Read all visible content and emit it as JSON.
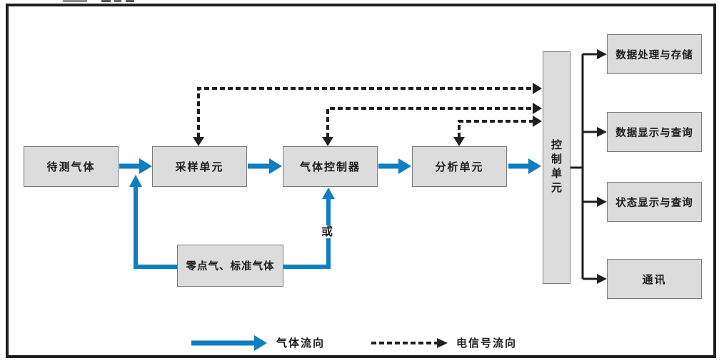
{
  "diagram": {
    "nodes": {
      "gas_to_measure": "待测气体",
      "sampling_unit": "采样单元",
      "gas_controller": "气体控制器",
      "analysis_unit": "分析单元",
      "control_unit": "控制单元",
      "zero_standard_gas": "零点气、标准气体",
      "data_processing_storage": "数据处理与存储",
      "data_display_query": "数据显示与查询",
      "status_display_query": "状态显示与查询",
      "communication": "通讯"
    },
    "labels": {
      "or_label": "或"
    },
    "legend": {
      "gas_flow": "气体流向",
      "signal_flow": "电信号流向"
    },
    "colors": {
      "gas_flow_blue": "#0e7ec2",
      "signal_flow_black": "#1f1f1f",
      "node_fill": "#dcdcdc",
      "node_border": "#7a7a7a"
    },
    "flows": {
      "gas": [
        "待测气体 → 采样单元",
        "采样单元 → 气体控制器",
        "气体控制器 → 分析单元",
        "分析单元 → 控制单元",
        "零点气、标准气体 → 采样单元",
        "零点气、标准气体 → 气体控制器 (或)"
      ],
      "signal": [
        "采样单元 ↔ 控制单元",
        "气体控制器 ↔ 控制单元",
        "分析单元 ↔ 控制单元",
        "控制单元 → 数据处理与存储",
        "控制单元 → 数据显示与查询",
        "控制单元 → 状态显示与查询",
        "控制单元 → 通讯"
      ]
    }
  }
}
